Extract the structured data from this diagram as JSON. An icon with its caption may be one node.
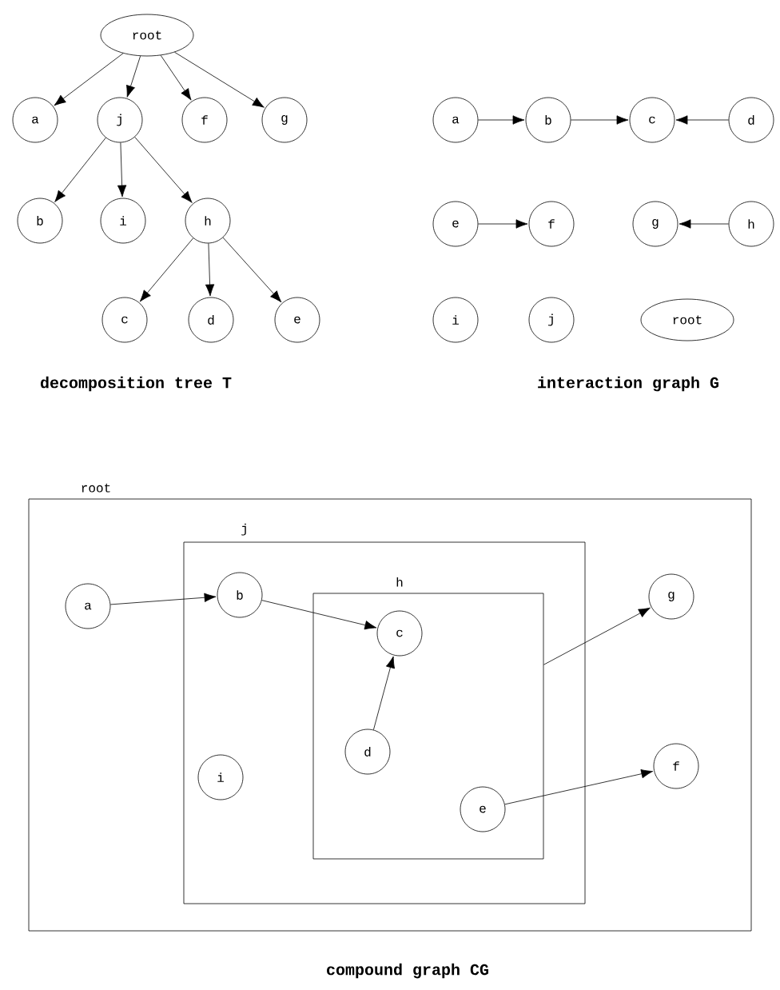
{
  "diagram": {
    "nodes": [
      {
        "text": [
          "root"
        ]
      },
      {
        "text": [
          "a"
        ]
      },
      {
        "text": [
          "j"
        ]
      },
      {
        "text": [
          "f"
        ]
      },
      {
        "text": [
          "g"
        ]
      },
      {
        "text": [
          "b"
        ]
      },
      {
        "text": [
          "i"
        ]
      },
      {
        "text": [
          "h"
        ]
      },
      {
        "text": [
          "c"
        ]
      },
      {
        "text": [
          "d"
        ]
      },
      {
        "text": [
          "e"
        ]
      },
      {
        "text": [
          "a"
        ]
      },
      {
        "text": [
          "b"
        ]
      },
      {
        "text": [
          "c"
        ]
      },
      {
        "text": [
          "d"
        ]
      },
      {
        "text": [
          "e"
        ]
      },
      {
        "text": [
          "f"
        ]
      },
      {
        "text": [
          "g"
        ]
      },
      {
        "text": [
          "h"
        ]
      },
      {
        "text": [
          "i"
        ]
      },
      {
        "text": [
          "j"
        ]
      },
      {
        "text": [
          "root"
        ]
      },
      {
        "text": [
          "root"
        ]
      },
      {
        "text": [
          "a"
        ],
        "in": 22
      },
      {
        "text": [
          "j"
        ],
        "in": 22
      },
      {
        "text": [
          "b"
        ],
        "in": 24
      },
      {
        "text": [
          "h"
        ],
        "in": 24
      },
      {
        "text": [
          "c"
        ],
        "in": 26
      },
      {
        "text": [
          "g"
        ],
        "in": 22
      },
      {
        "text": [
          "d"
        ],
        "in": 26
      },
      {
        "text": [
          "i"
        ],
        "in": 24
      },
      {
        "text": [
          "f"
        ],
        "in": 22
      },
      {
        "text": [
          "e"
        ],
        "in": 26
      }
    ],
    "edges": [
      {
        "from": 0,
        "to": 1,
        "arrow": "to"
      },
      {
        "from": 0,
        "to": 2,
        "arrow": "to"
      },
      {
        "from": 0,
        "to": 3,
        "arrow": "to"
      },
      {
        "from": 0,
        "to": 4,
        "arrow": "to"
      },
      {
        "from": 2,
        "to": 5,
        "arrow": "to"
      },
      {
        "from": 2,
        "to": 6,
        "arrow": "to"
      },
      {
        "from": 2,
        "to": 7,
        "arrow": "to"
      },
      {
        "from": 7,
        "to": 8,
        "arrow": "to"
      },
      {
        "from": 7,
        "to": 9,
        "arrow": "to"
      },
      {
        "from": 7,
        "to": 10,
        "arrow": "to"
      },
      {
        "from": 11,
        "to": 12,
        "arrow": "to"
      },
      {
        "from": 12,
        "to": 13,
        "arrow": "to"
      },
      {
        "from": 14,
        "to": 13,
        "arrow": "to"
      },
      {
        "from": 15,
        "to": 16,
        "arrow": "to"
      },
      {
        "from": 18,
        "to": 17,
        "arrow": "to"
      },
      {
        "from": 23,
        "to": 25,
        "arrow": "to"
      },
      {
        "from": 25,
        "to": 27,
        "arrow": "to"
      },
      {
        "from": 29,
        "to": 27,
        "arrow": "to"
      },
      {
        "from": 32,
        "to": 31,
        "arrow": "to"
      },
      {
        "from": 26,
        "to": 28,
        "arrow": "to"
      }
    ],
    "labels": [
      "decomposition tree T",
      "interaction graph G",
      "compound graph CG"
    ]
  }
}
